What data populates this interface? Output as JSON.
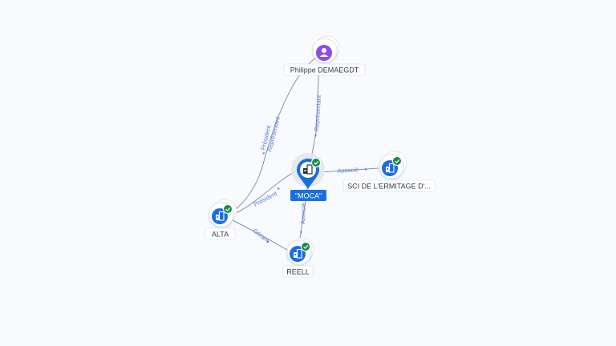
{
  "colors": {
    "accent": "#1a6fe0",
    "person": "#8b4fe6",
    "check": "#1b8a4a",
    "edge": "#8a93a6",
    "edge_label": "#5b7bd6"
  },
  "nodes": {
    "philippe": {
      "label": "Philippe DEMAEGDT",
      "icon": "person-icon"
    },
    "moca": {
      "label": "\"MOCA\"",
      "icon": "building-icon",
      "status": "check-icon"
    },
    "sci": {
      "label": "SCI DE L'ERMITAGE D'...",
      "icon": "building-icon",
      "status": "check-icon"
    },
    "alta": {
      "label": "ALTA",
      "icon": "building-icon",
      "status": "check-icon"
    },
    "reell": {
      "label": "REELL",
      "icon": "building-icon",
      "status": "check-icon"
    }
  },
  "edges": {
    "philippe_alta": [
      "Président",
      "Représentant"
    ],
    "philippe_moca": "Représentant",
    "alta_moca": "Président",
    "moca_sci": "Associé",
    "moca_reell": "Associé",
    "alta_reell": "Gérant"
  }
}
